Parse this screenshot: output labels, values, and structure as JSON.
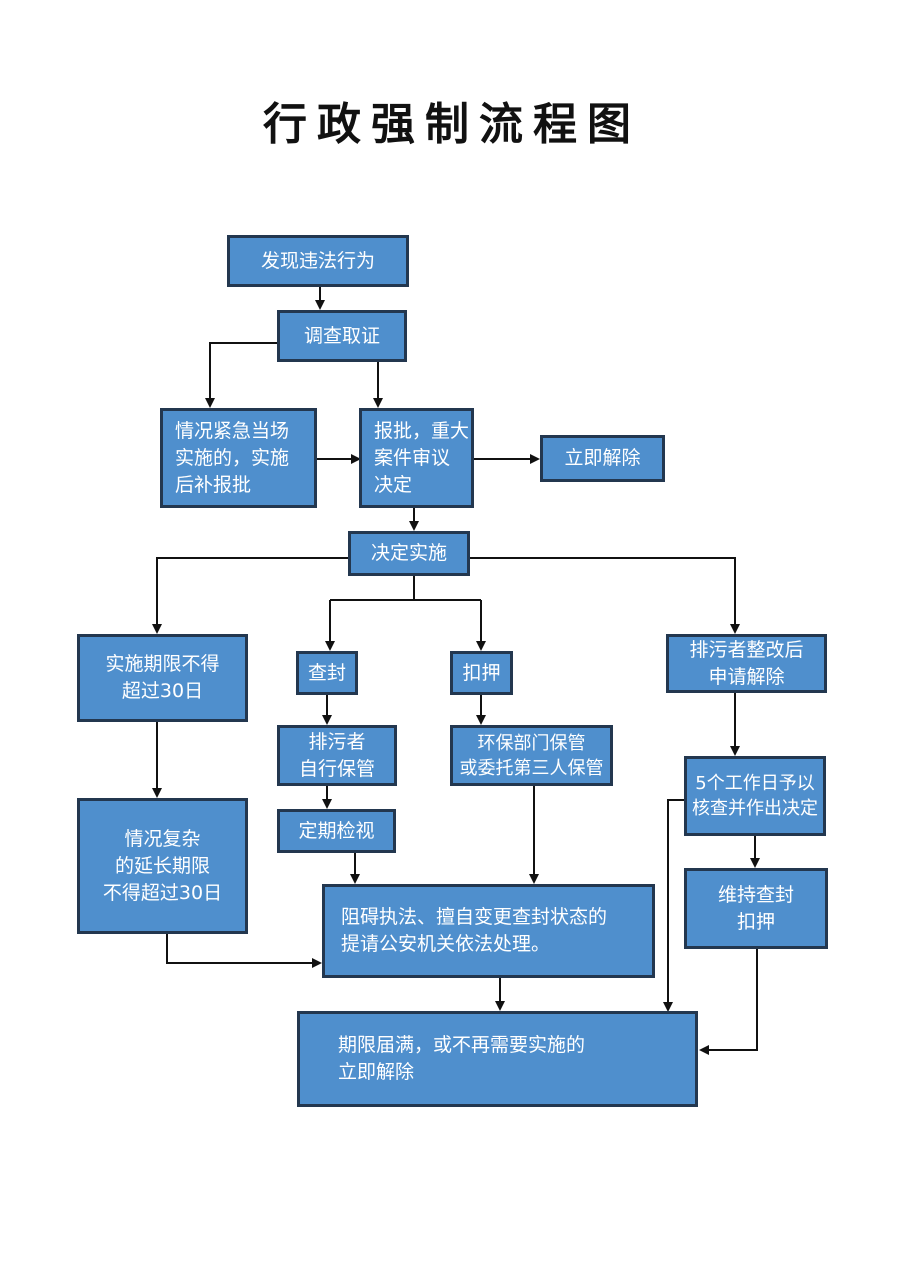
{
  "title": "行政强制流程图",
  "nodes": {
    "discover": "发现违法行为",
    "investigate": "调查取证",
    "emergency": "情况紧急当场\n实施的，实施\n后补报批",
    "approve": "报批，重大\n案件审议\n决定",
    "release_now": "立即解除",
    "decide": "决定实施",
    "limit30": "实施期限不得\n超过30日",
    "seal": "查封",
    "detain": "扣押",
    "rectify_apply": "排污者整改后\n申请解除",
    "self_keep": "排污者\n自行保管",
    "env_keep": "环保部门保管\n或委托第三人保管",
    "periodic_check": "定期检视",
    "five_days": "5个工作日予以\n核查并作出决定",
    "complex_extend": "情况复杂\n的延长期限\n不得超过30日",
    "obstruct": "阻碍执法、擅自变更查封状态的\n提请公安机关依法处理。",
    "maintain": "维持查封\n扣押",
    "expire_release": "期限届满，或不再需要实施的\n立即解除"
  },
  "colors": {
    "box_fill": "#4f8fcd",
    "box_border": "#23374f",
    "line": "#111111"
  }
}
